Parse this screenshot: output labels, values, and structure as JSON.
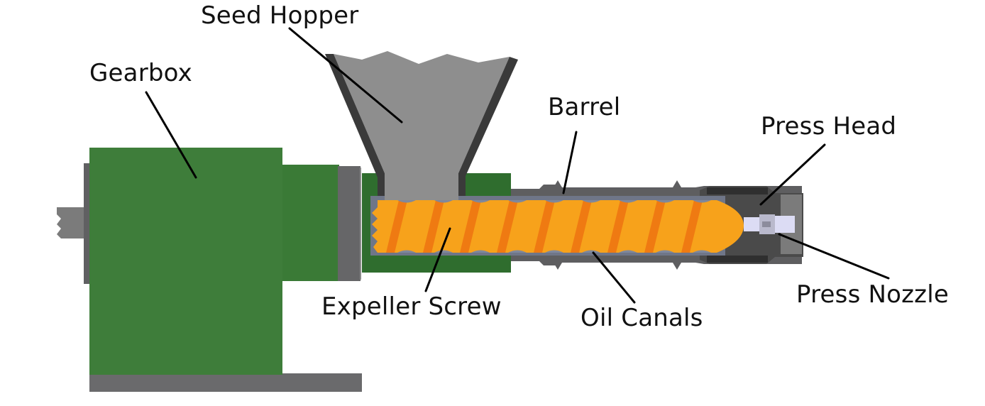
{
  "title": "Screw Oil Expeller Cross-Section",
  "labels": {
    "seed_hopper": "Seed Hopper",
    "gearbox": "Gearbox",
    "barrel": "Barrel",
    "press_head": "Press Head",
    "press_nozzle": "Press Nozzle",
    "expeller_screw": "Expeller Screw",
    "oil_canals": "Oil Canals"
  },
  "colors": {
    "gearbox_green": "#3e7d3a",
    "dark_green": "#2f6d2e",
    "steel_gray": "#6a6a6c",
    "hopper_gray": "#8e8e8e",
    "hopper_edge": "#3a3a3a",
    "screw_orange": "#f7a21b",
    "screw_thread": "#ef7a12",
    "nozzle_light": "#dcdcf4",
    "head_dark": "#4a4a4a"
  }
}
